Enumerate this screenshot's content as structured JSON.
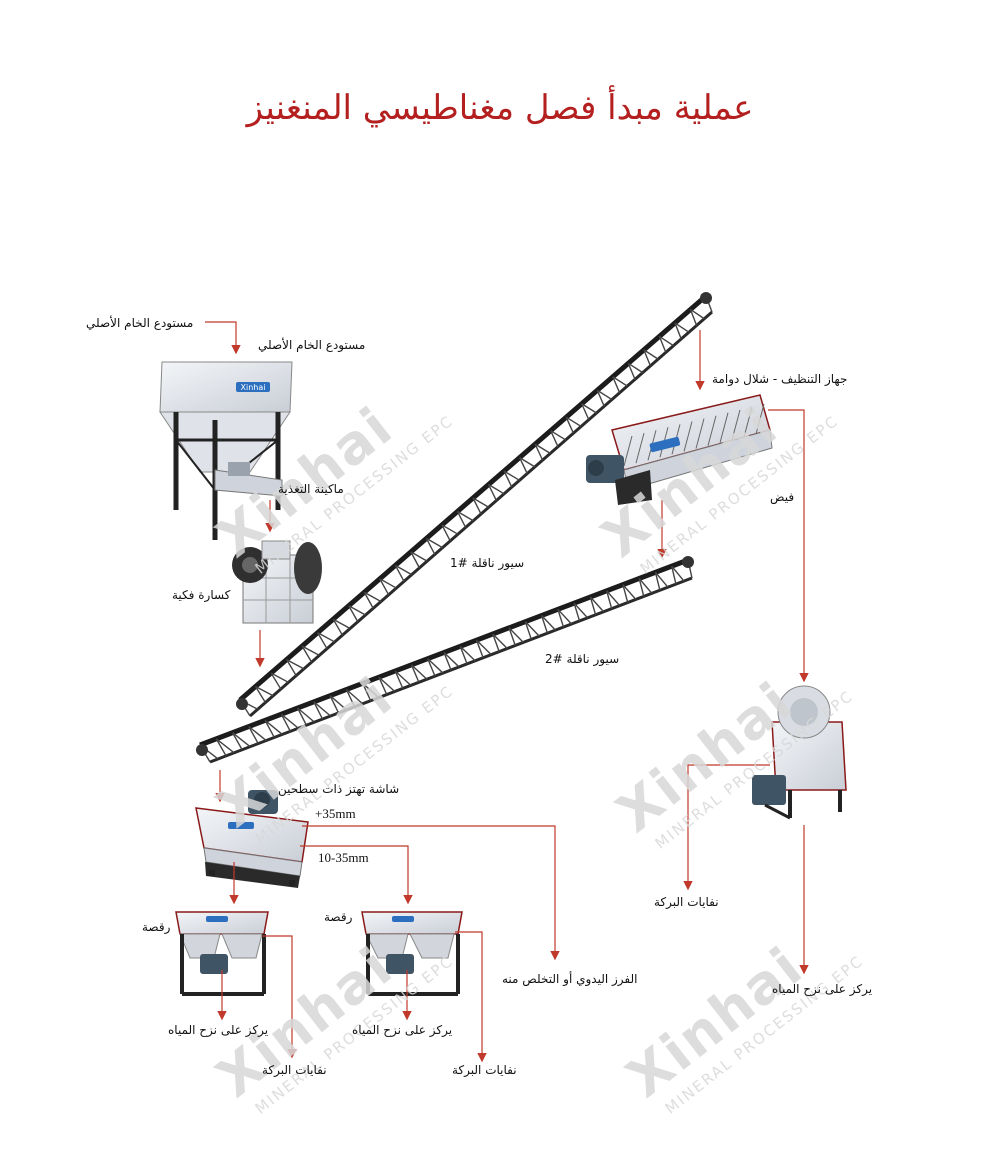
{
  "title": "عملية مبدأ فصل مغناطيسي المنغنيز",
  "watermark": {
    "brand": "Xinhai",
    "tagline": "MINERAL PROCESSING EPC"
  },
  "brand_plate": "Xinhai",
  "labels": {
    "raw_ore_top": "مستودع الخام الأصلي",
    "raw_ore_bin": "مستودع الخام الأصلي",
    "feeder": "ماكينة التغذية",
    "jaw_crusher": "كسارة فكية",
    "conveyor1": "سيور ناقلة #1",
    "washer": "جهاز التنظيف - شلال دوامة",
    "overflow": "فيض",
    "conveyor2": "سيور ناقلة #2",
    "vibrating_screen": "شاشة تهتز ذات سطحين",
    "plus35": "+35mm",
    "range10_35": "10-35mm",
    "jig_left": "رقصة",
    "jig_right": "رقصة",
    "hand_sort": "الفرز اليدوي أو التخلص منه",
    "tailings_sep": "نفايات البركة",
    "conc_sep": "يركز على نزح المياه",
    "conc_jig_left": "يركز على نزح المياه",
    "tail_jig_left": "نفايات البركة",
    "conc_jig_right": "يركز على نزح المياه",
    "tail_jig_right": "نفايات البركة"
  },
  "colors": {
    "arrow": "#c0392b",
    "title": "#b41f1f",
    "machine": "#e6e9ee",
    "frame": "#222222"
  }
}
